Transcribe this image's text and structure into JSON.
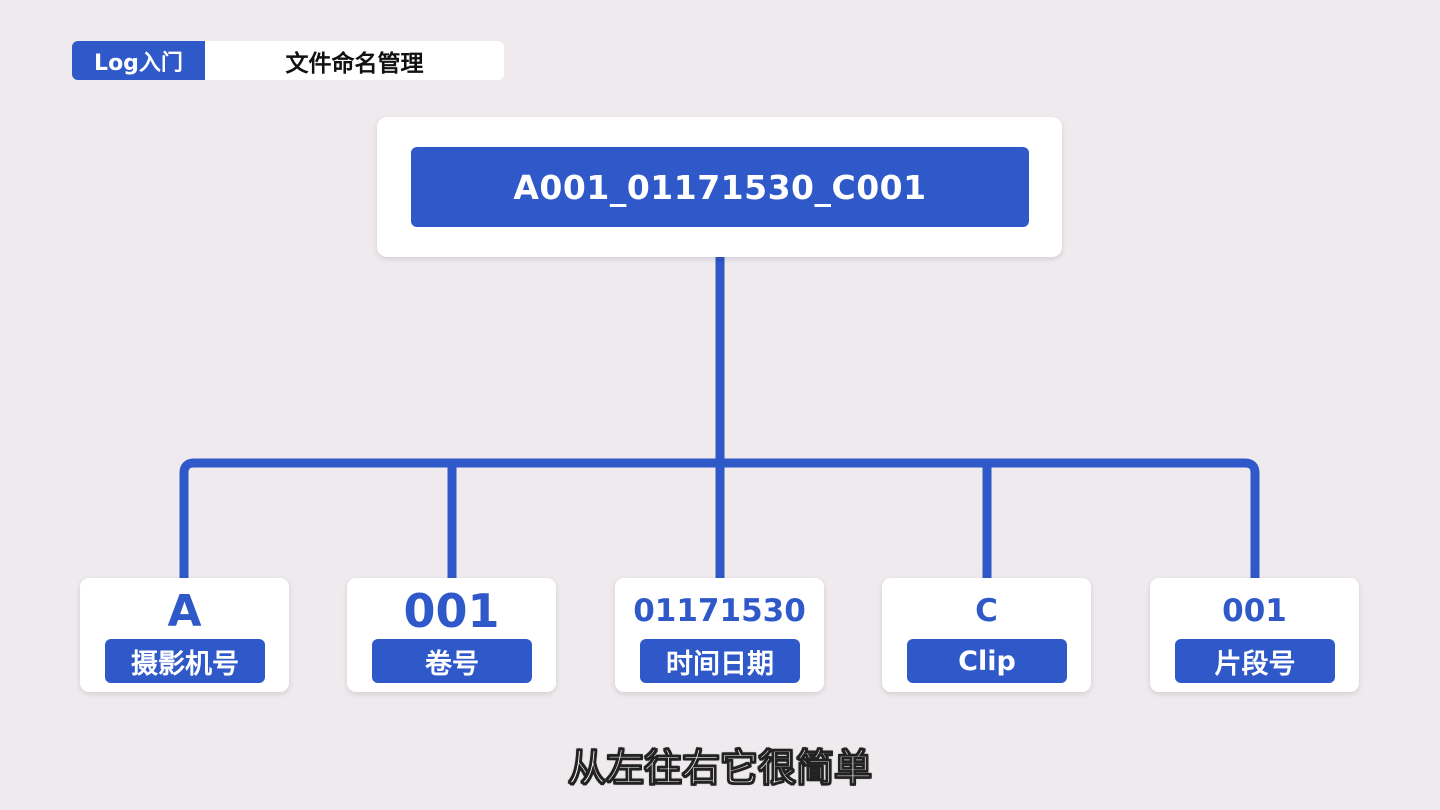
{
  "header": {
    "badge": "Log入门",
    "title": "文件命名管理"
  },
  "diagram": {
    "root": "A001_01171530_C001",
    "nodes": [
      {
        "value": "A",
        "label": "摄影机号"
      },
      {
        "value": "001",
        "label": "卷号"
      },
      {
        "value": "01171530",
        "label": "时间日期"
      },
      {
        "value": "C",
        "label": "Clip"
      },
      {
        "value": "001",
        "label": "片段号"
      }
    ]
  },
  "subtitle": "从左往右它很简单",
  "colors": {
    "accent": "#2f58c9",
    "background": "#eeeaee",
    "card": "#ffffff"
  }
}
